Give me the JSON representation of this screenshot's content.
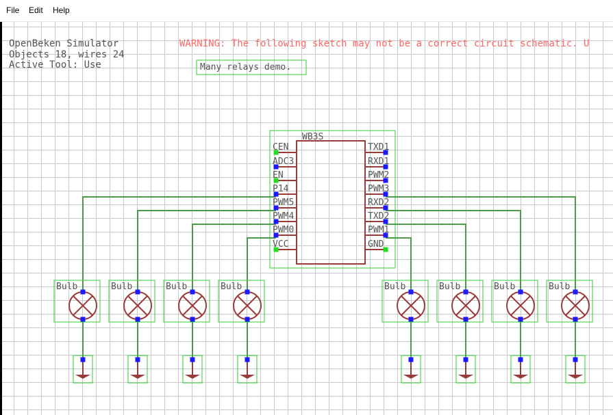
{
  "menu": {
    "file": "File",
    "edit": "Edit",
    "help": "Help"
  },
  "info": {
    "line1": "OpenBeken Simulator",
    "line2": "Objects 18, wires 24",
    "line3": "Active Tool: Use"
  },
  "warning": "WARNING: The following sketch may not be a correct circuit schematic. U",
  "note": "Many relays demo.",
  "chip": {
    "name": "WB3S",
    "left_pins": [
      "CEN",
      "ADC3",
      "EN",
      "P14",
      "PWM5",
      "PWM4",
      "PWM0",
      "VCC"
    ],
    "right_pins": [
      "TXD1",
      "RXD1",
      "PWM2",
      "PWM3",
      "RXD2",
      "TXD2",
      "PWM1",
      "GND"
    ]
  },
  "bulb_label": "Bulb",
  "bulb_count": 8,
  "ground_count": 8,
  "colors": {
    "grid": "#c9c9c9",
    "wire": "#4a9a4a",
    "outline": "#33cc33",
    "component": "#9b3a3a",
    "pin_blue": "#1a1aff",
    "pin_green": "#22dd22",
    "warning_text": "#ff6666",
    "info_text": "#555555"
  }
}
